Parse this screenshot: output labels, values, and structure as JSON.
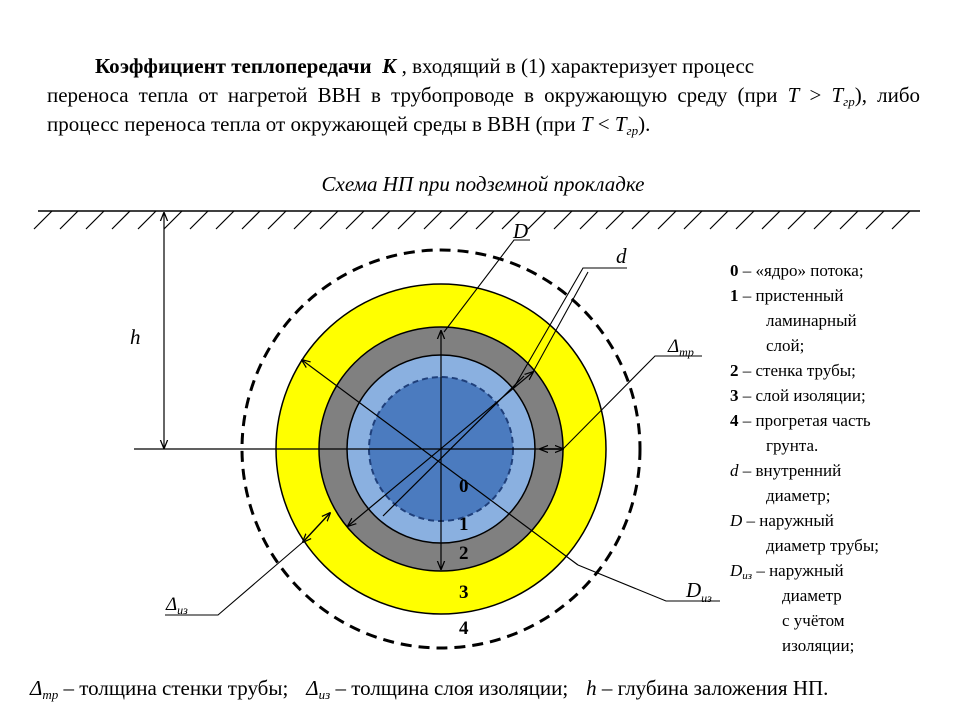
{
  "intro": {
    "p1_bold": "Коэффициент теплопередачи",
    "p1_K": "К",
    "p1_rest": " , входящий в (1) характеризует процесс",
    "p2": "переноса тепла  от нагретой ВВН  в трубопроводе в окружающую среду (при",
    "p3_T": "T",
    "p3_gt": " > ",
    "p3_T2": "T",
    "p3_sub": "гр",
    "p3_mid": "), либо процесс переноса тепла от окружающей среды в ВВН (при ",
    "p3_T3": "T",
    "p3_lt": " < ",
    "p3_T4": "T",
    "p3_sub2": "гр",
    "p3_end": ")."
  },
  "caption": "Схема НП при подземной прокладке",
  "diagram": {
    "label_D": "D",
    "label_d": "d",
    "label_h": "h",
    "label_dtr": "Δ",
    "label_dtr_sub": "тр",
    "label_diz": "Δ",
    "label_diz_sub": "из",
    "label_Diz": "D",
    "label_Diz_sub": "из",
    "zone0": "0",
    "zone1": "1",
    "zone2": "2",
    "zone3": "3",
    "zone4": "4",
    "colors": {
      "core": "#4b7bbf",
      "laminar": "#8ab0e0",
      "wall": "#808080",
      "insulation": "#ffff00"
    }
  },
  "legend": {
    "l0_num": "0",
    "l0_text": " – «ядро» потока;",
    "l1_num": "1",
    "l1_text": " – пристенный",
    "l1_b": "ламинарный",
    "l1_c": "слой;",
    "l2_num": "2",
    "l2_text": " – стенка трубы;",
    "l3_num": "3",
    "l3_text": " – слой изоляции;",
    "l4_num": "4",
    "l4_text": " – прогретая часть",
    "l4_b": "грунта.",
    "ld_sym": "d",
    "ld_text": " – внутренний",
    "ld_b": "диаметр;",
    "lD_sym": "D",
    "lD_text": " – наружный",
    "lD_b": "диаметр трубы;",
    "lDiz_sym": "D",
    "lDiz_sub": "из",
    "lDiz_text": " – наружный",
    "lDiz_b": "диаметр",
    "lDiz_c": "с учётом",
    "lDiz_d": "изоляции;"
  },
  "footer": {
    "a_sym": "Δ",
    "a_sub": "тр",
    "a_text": " – толщина стенки трубы;",
    "b_sym": "Δ",
    "b_sub": "из",
    "b_text": " – толщина слоя изоляции;",
    "c_sym": "h",
    "c_text": " – глубина заложения НП."
  }
}
